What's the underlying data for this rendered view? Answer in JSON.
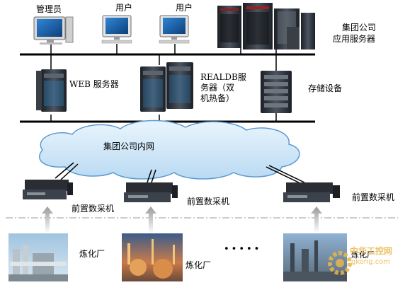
{
  "top": {
    "admin_label": "管理员",
    "user1_label": "用户",
    "user2_label": "用户",
    "app_server_label_line1": "集团公司",
    "app_server_label_line2": "应用服务器"
  },
  "middle": {
    "web_server_label": "WEB 服务器",
    "realdb_label_line1": "REALDB服",
    "realdb_label_line2": "务器（双",
    "realdb_label_line3": "机热备）",
    "storage_label": "存储设备"
  },
  "network": {
    "cloud_label": "集团公司内网"
  },
  "collectors": {
    "labels": [
      "前置数采机",
      "前置数采机",
      "前置数采机"
    ]
  },
  "plants": {
    "labels": [
      "炼化厂",
      "炼化厂",
      "炼化厂"
    ],
    "ellipsis": "•••••"
  },
  "watermark": {
    "text": "中华工控网",
    "url": "gkong.com"
  },
  "colors": {
    "bus": "#000000",
    "cloud_fill": "#cfe6f6",
    "cloud_stroke": "#5b9ad2",
    "arrow": "#a6a6a6",
    "server_dark": "#2a2f36",
    "server_mid": "#4a5260",
    "monitor_screen": "#1f6fb8",
    "watermark": "#e8b64a"
  }
}
